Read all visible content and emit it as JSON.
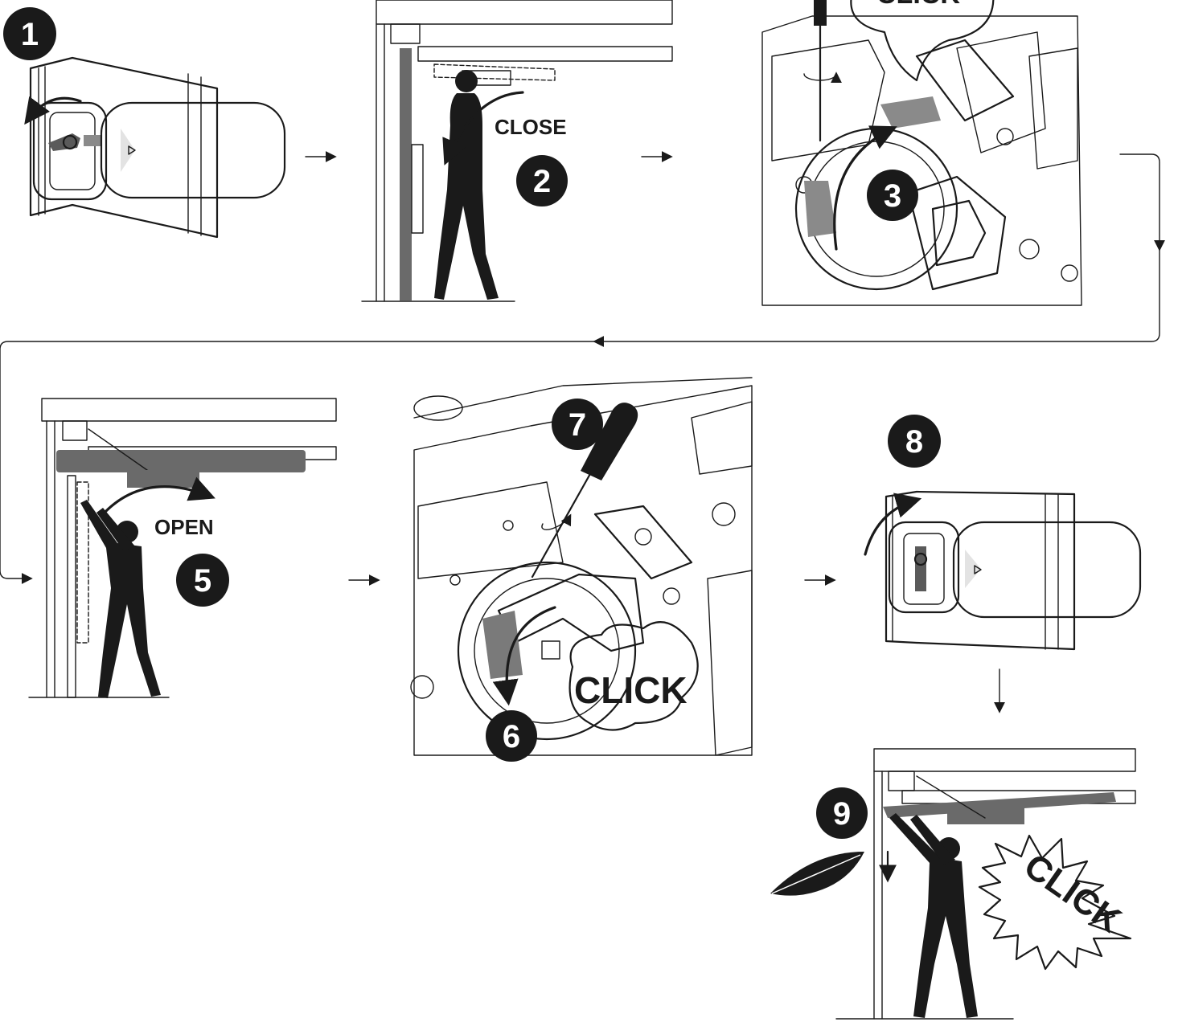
{
  "steps": [
    {
      "number": "1"
    },
    {
      "number": "2",
      "caption": "CLOSE"
    },
    {
      "number": "3",
      "caption": "CLICK"
    },
    {
      "number": "5",
      "caption": "OPEN"
    },
    {
      "number": "6",
      "caption": "CLICK"
    },
    {
      "number": "7"
    },
    {
      "number": "8"
    },
    {
      "number": "9",
      "caption": "CLICK"
    }
  ],
  "colors": {
    "ink": "#1a1a1a",
    "part_gray": "#8a8a8a",
    "dark_gray": "#5a5a5a",
    "light_gray": "#d6d6d6",
    "background": "#ffffff"
  }
}
